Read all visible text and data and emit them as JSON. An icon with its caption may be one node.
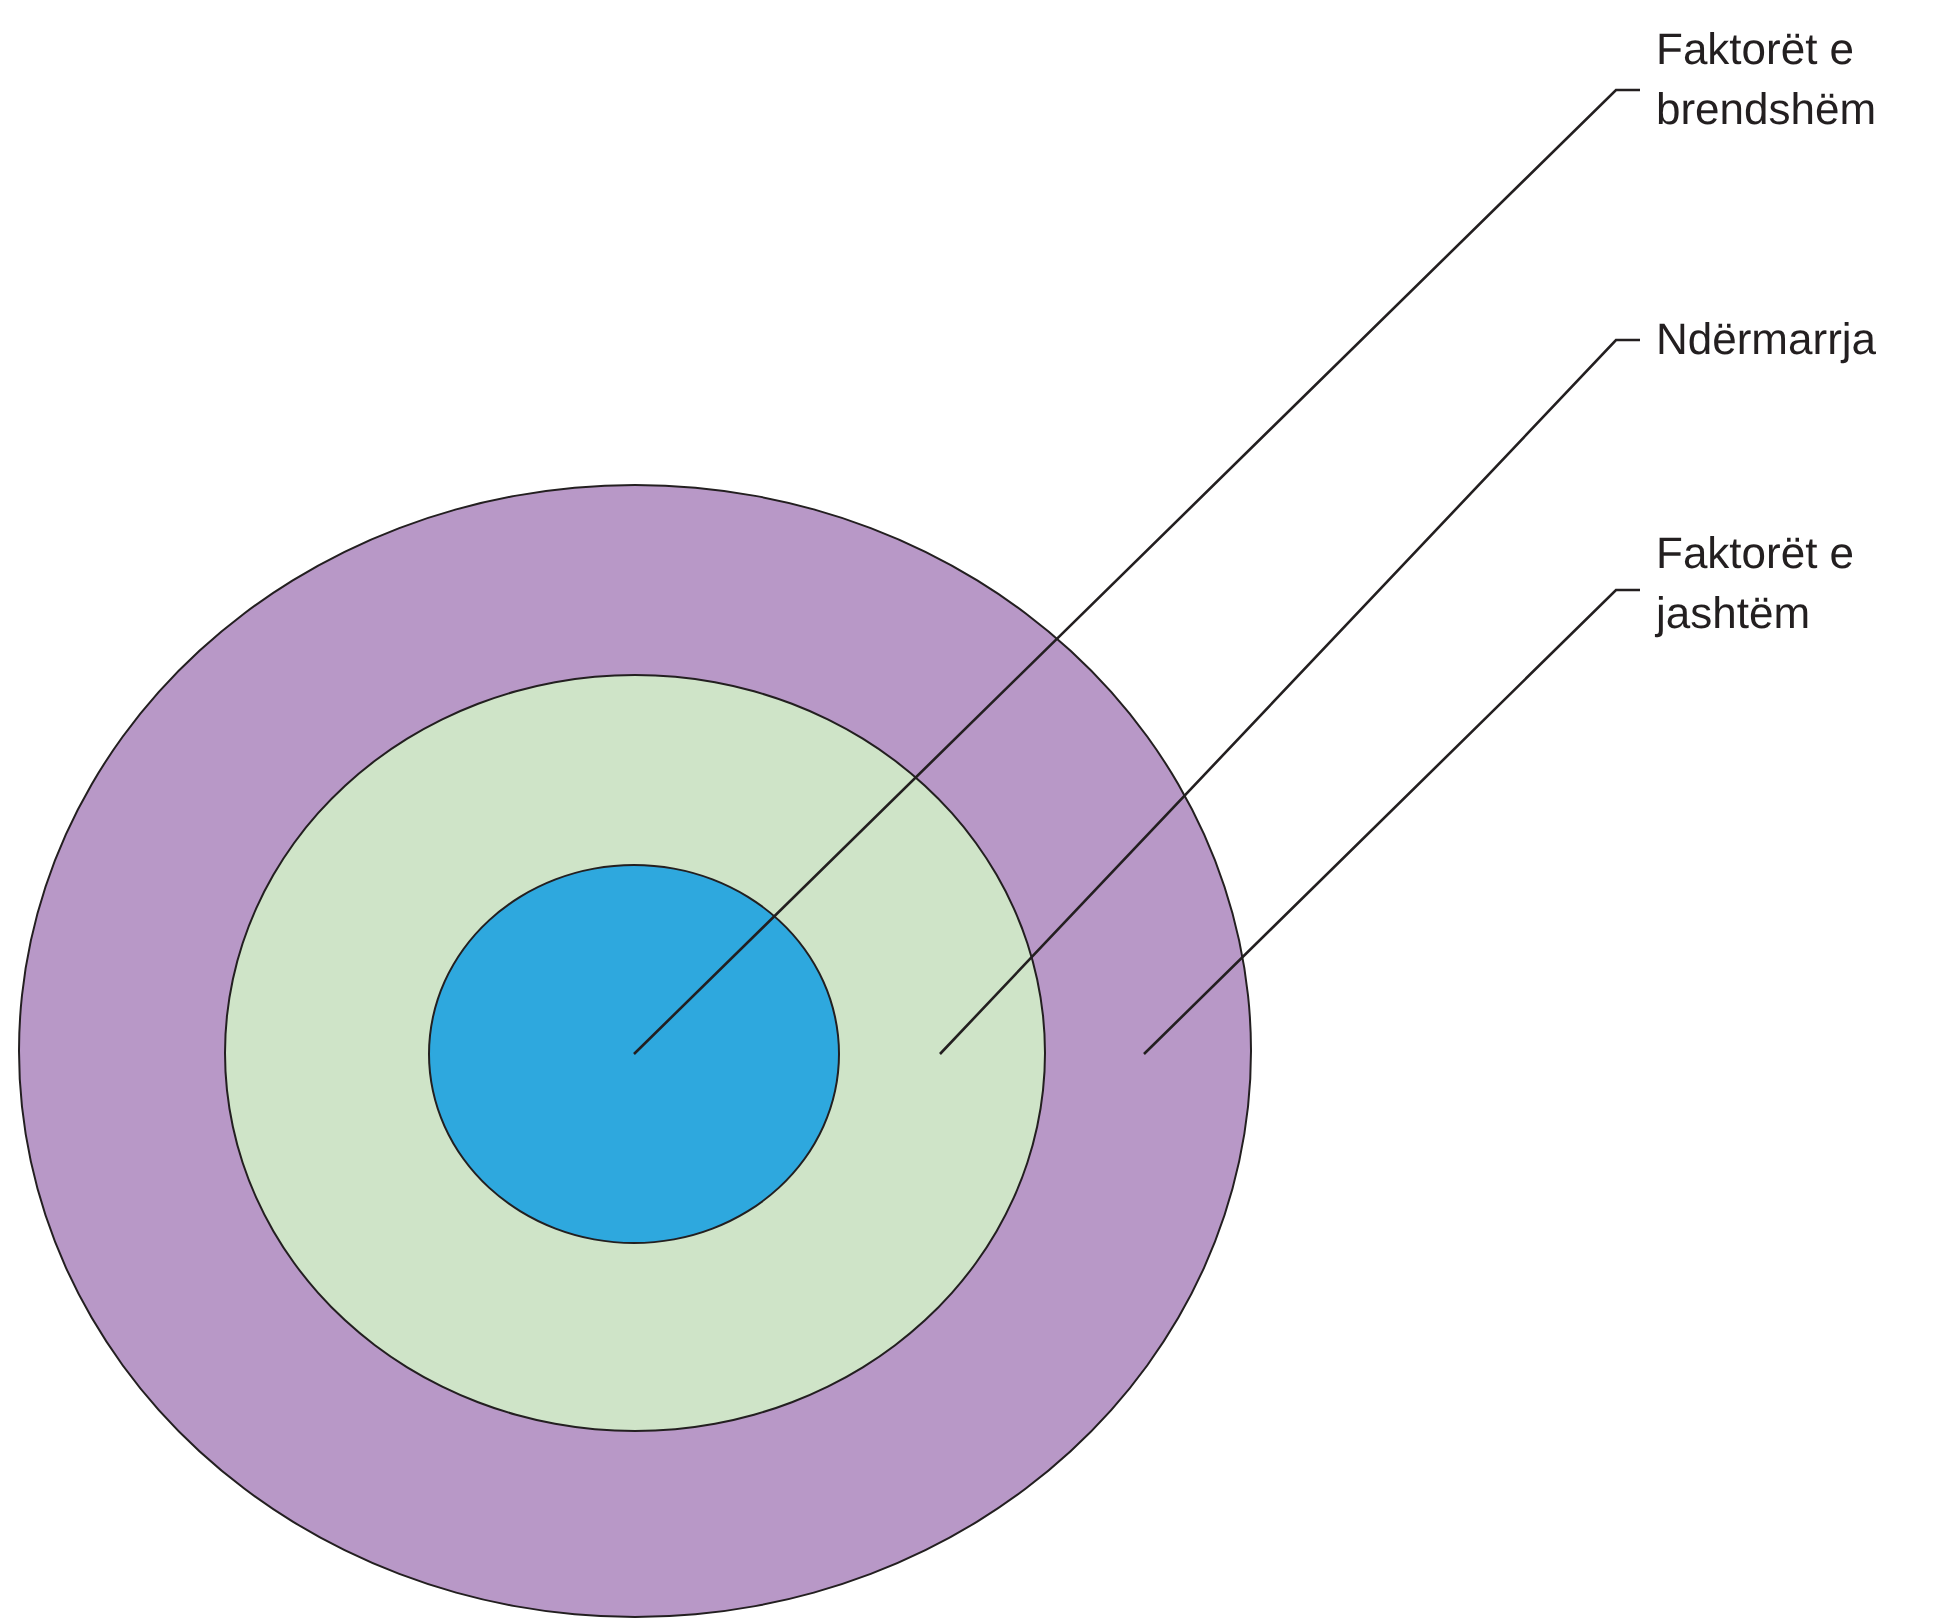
{
  "diagram": {
    "nodes": [
      {
        "text": [
          "Faktorët e brendshëm"
        ]
      },
      {
        "text": [
          "Ndërmarrja"
        ]
      },
      {
        "text": [
          "Faktorët e jashtëm"
        ]
      },
      {
        "text": [],
        "shape": "circle"
      },
      {
        "text": [],
        "shape": "circle",
        "in": 3
      },
      {
        "text": [],
        "shape": "circle",
        "in": 4
      }
    ],
    "edges": [
      {
        "from": 0,
        "to": 5,
        "arrow": "none"
      },
      {
        "from": 1,
        "to": 4,
        "arrow": "none"
      },
      {
        "from": 2,
        "to": 3,
        "arrow": "none"
      }
    ]
  }
}
